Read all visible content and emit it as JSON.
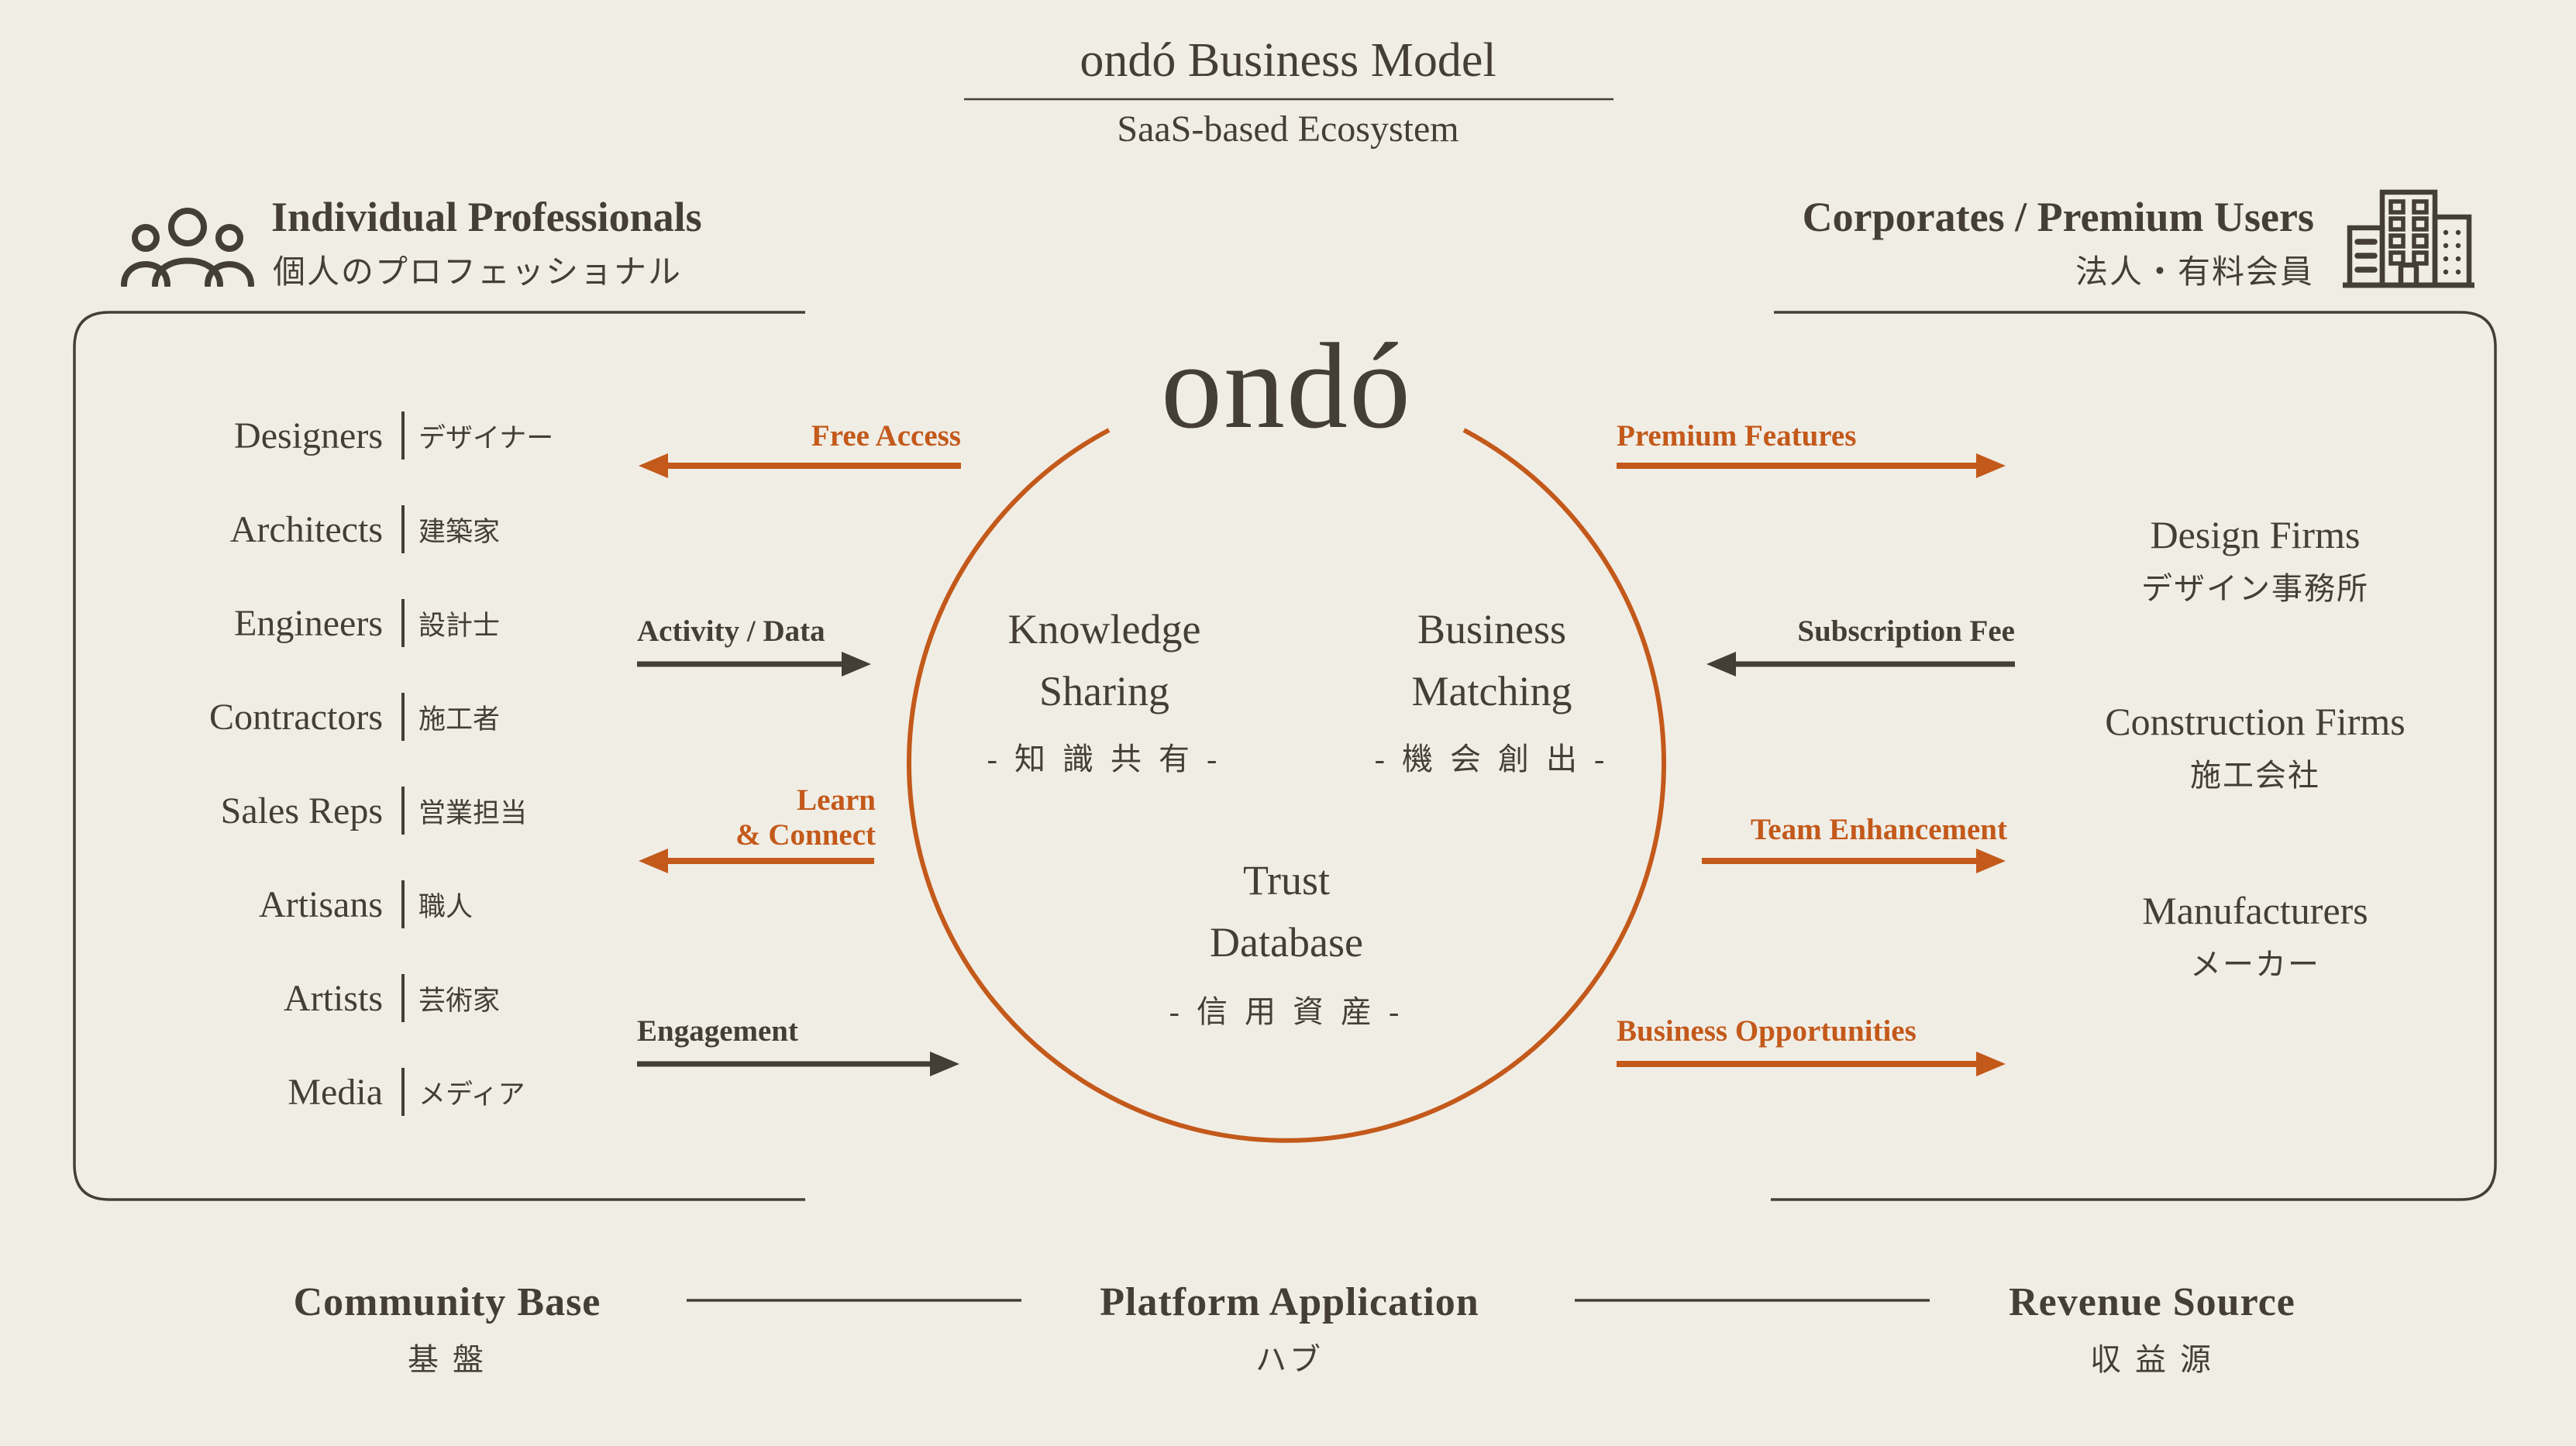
{
  "colors": {
    "background": "#F0EDE5",
    "ink": "#443E37",
    "accent": "#C3591A"
  },
  "title": {
    "main": "ondó Business Model",
    "subtitle": "SaaS-based Ecosystem"
  },
  "left_group": {
    "icon": "people-icon",
    "heading": "Individual Professionals",
    "heading_jp": "個人のプロフェッショナル",
    "members": [
      {
        "en": "Designers",
        "jp": "デザイナー"
      },
      {
        "en": "Architects",
        "jp": "建築家"
      },
      {
        "en": "Engineers",
        "jp": "設計士"
      },
      {
        "en": "Contractors",
        "jp": "施工者"
      },
      {
        "en": "Sales Reps",
        "jp": "営業担当"
      },
      {
        "en": "Artisans",
        "jp": "職人"
      },
      {
        "en": "Artists",
        "jp": "芸術家"
      },
      {
        "en": "Media",
        "jp": "メディア"
      }
    ],
    "flows": [
      {
        "label": "Free Access",
        "direction": "to-members",
        "style": "accent"
      },
      {
        "label": "Activity / Data",
        "direction": "to-platform",
        "style": "ink"
      },
      {
        "label": "Learn\n& Connect",
        "direction": "to-members",
        "style": "accent"
      },
      {
        "label": "Engagement",
        "direction": "to-platform",
        "style": "ink"
      }
    ],
    "footer": {
      "en": "Community Base",
      "jp": "基 盤"
    }
  },
  "platform": {
    "logo": "ondó",
    "features": [
      {
        "en": "Knowledge Sharing",
        "jp": "- 知 識 共 有 -"
      },
      {
        "en": "Business Matching",
        "jp": "- 機 会 創 出 -"
      },
      {
        "en": "Trust Database",
        "jp": "- 信 用 資 産 -"
      }
    ],
    "footer": {
      "en": "Platform Application",
      "jp": "ハブ"
    }
  },
  "right_group": {
    "icon": "buildings-icon",
    "heading": "Corporates / Premium Users",
    "heading_jp": "法人・有料会員",
    "members": [
      {
        "en": "Design Firms",
        "jp": "デザイン事務所"
      },
      {
        "en": "Construction Firms",
        "jp": "施工会社"
      },
      {
        "en": "Manufacturers",
        "jp": "メーカー"
      }
    ],
    "flows": [
      {
        "label": "Premium Features",
        "direction": "to-members",
        "style": "accent"
      },
      {
        "label": "Subscription Fee",
        "direction": "to-platform",
        "style": "ink"
      },
      {
        "label": "Team Enhancement",
        "direction": "to-members",
        "style": "accent"
      },
      {
        "label": "Business Opportunities",
        "direction": "to-members",
        "style": "accent"
      }
    ],
    "footer": {
      "en": "Revenue Source",
      "jp": "収 益 源"
    }
  }
}
